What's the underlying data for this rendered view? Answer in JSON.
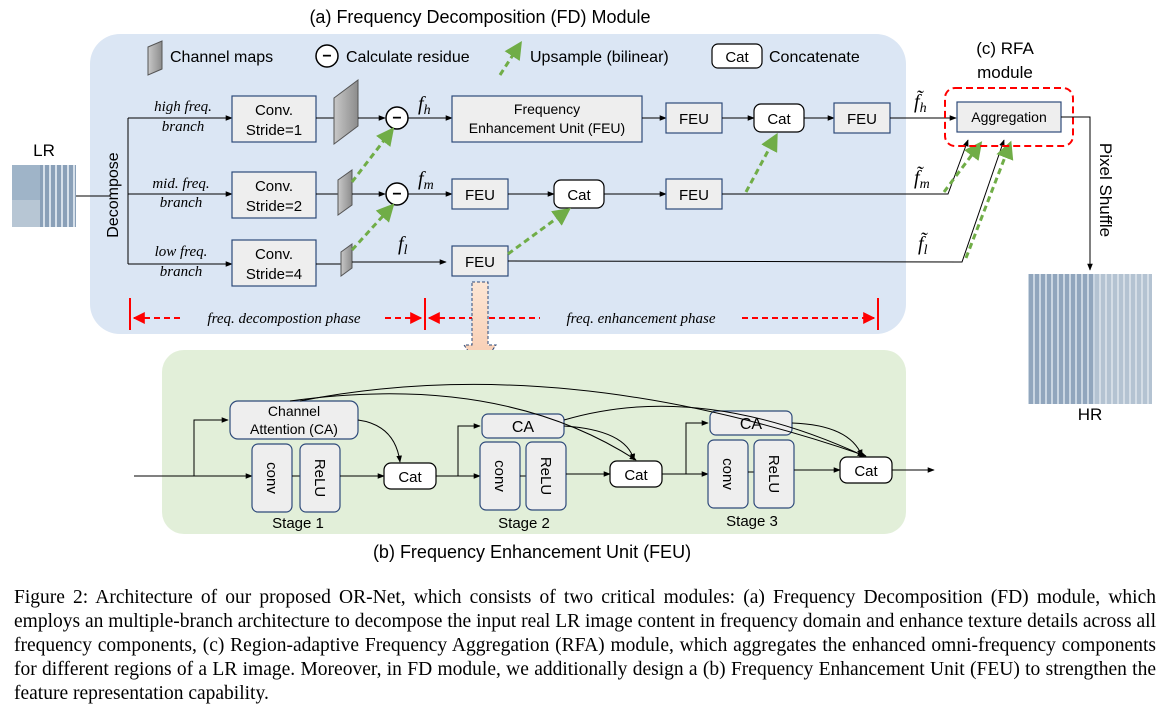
{
  "fd_module": {
    "title": "(a) Frequency Decomposition (FD) Module",
    "legend": {
      "channel_maps": "Channel maps",
      "residue": "Calculate residue",
      "residue_symbol": "−",
      "upsample": "Upsample (bilinear)",
      "cat_box": "Cat",
      "concatenate": "Concatenate"
    },
    "lr_label": "LR",
    "decompose_label": "Decompose",
    "branches": [
      {
        "line1": "high freq.",
        "line2": "branch",
        "conv1": "Conv.",
        "conv2": "Stride=1",
        "feature": "f",
        "sub": "h"
      },
      {
        "line1": "mid. freq.",
        "line2": "branch",
        "conv1": "Conv.",
        "conv2": "Stride=2",
        "feature": "f",
        "sub": "m"
      },
      {
        "line1": "low freq.",
        "line2": "branch",
        "conv1": "Conv.",
        "conv2": "Stride=4",
        "feature": "f",
        "sub": "l"
      }
    ],
    "freq_enh_unit": {
      "line1": "Frequency",
      "line2": "Enhancement Unit (FEU)"
    },
    "feu": "FEU",
    "cat": "Cat",
    "tilde_outputs": [
      {
        "sym": "f̃",
        "sub": "h"
      },
      {
        "sym": "f̃",
        "sub": "m"
      },
      {
        "sym": "f̃",
        "sub": "l"
      }
    ],
    "phase_decomposition": "freq. decompostion phase",
    "phase_enhancement": "freq. enhancement phase"
  },
  "rfa_module": {
    "title_line1": "(c) RFA",
    "title_line2": "module",
    "aggregation": "Aggregation",
    "pixel_shuffle": "Pixel Shuffle",
    "hr_label": "HR"
  },
  "feu_module": {
    "title": "(b) Frequency Enhancement Unit (FEU)",
    "ca_full_line1": "Channel",
    "ca_full_line2": "Attention (CA)",
    "ca": "CA",
    "conv": "conv",
    "relu": "ReLU",
    "cat": "Cat",
    "stages": [
      "Stage 1",
      "Stage 2",
      "Stage 3"
    ]
  },
  "caption": "Figure 2: Architecture of our proposed OR-Net, which consists of two critical modules: (a) Frequency Decomposition (FD) module, which employs an multiple-branch architecture to decompose the input real LR image content in frequency domain and enhance texture details across all frequency components, (c) Region-adaptive Frequency Aggregation (RFA) module, which aggregates the enhanced omni-frequency components for different regions of a LR image. Moreover, in FD module, we additionally design a (b) Frequency Enhancement Unit (FEU) to strengthen the feature representation capability.",
  "colors": {
    "fd_bg": "#dbe6f4",
    "feu_bg": "#e2efd9",
    "box_fill": "#eeeeee",
    "box_stroke": "#2e4a7a",
    "upsample_arrow": "#70ad47",
    "phase_red": "#ff0000"
  }
}
